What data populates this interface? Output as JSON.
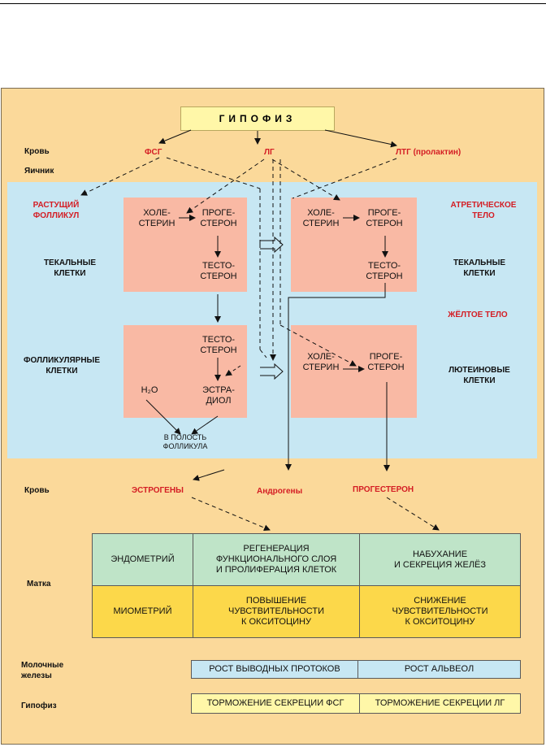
{
  "hypophysis": "ГИПОФИЗ",
  "row_labels": {
    "blood_top": "Кровь",
    "ovary": "Яичник",
    "blood_bottom": "Кровь",
    "uterus": "Матка",
    "mammary": "Молочные\nжелезы",
    "hypophysis_bottom": "Гипофиз"
  },
  "hormones": {
    "fsh": "ФСГ",
    "lh": "ЛГ",
    "ltg": "ЛТГ (пролактин)"
  },
  "stages": {
    "growing_follicle": "РАСТУЩИЙ\nФОЛЛИКУЛ",
    "atretic_body": "АТРЕТИЧЕСКОЕ\nТЕЛО",
    "corpus_luteum": "ЖЁЛТОЕ ТЕЛО"
  },
  "cells": {
    "theca_left": "ТЕКАЛЬНЫЕ\nКЛЕТКИ",
    "theca_right": "ТЕКАЛЬНЫЕ\nКЛЕТКИ",
    "follicular": "ФОЛЛИКУЛЯРНЫЕ\nКЛЕТКИ",
    "lutein": "ЛЮТЕИНОВЫЕ\nКЛЕТКИ"
  },
  "molecules": {
    "cholesterol": "ХОЛЕ-\nСТЕРИН",
    "progesterone": "ПРОГЕ-\nСТЕРОН",
    "testosterone": "ТЕСТО-\nСТЕРОН",
    "estradiol": "ЭСТРА-\nДИОЛ",
    "water": "H₂O",
    "follicle_cavity": "В ПОЛОСТЬ\nФОЛЛИКУЛА"
  },
  "outputs": {
    "estrogens": "ЭСТРОГЕНЫ",
    "androgens": "Андрогены",
    "progesterone": "ПРОГЕСТЕРОН"
  },
  "uterus_table": {
    "endometrium": "ЭНДОМЕТРИЙ",
    "endometrium_estrogen": "РЕГЕНЕРАЦИЯ\nФУНКЦИОНАЛЬНОГО СЛОЯ\nИ ПРОЛИФЕРАЦИЯ КЛЕТОК",
    "endometrium_progesterone": "НАБУХАНИЕ\nИ СЕКРЕЦИЯ ЖЕЛЁЗ",
    "myometrium": "МИОМЕТРИЙ",
    "myometrium_estrogen": "ПОВЫШЕНИЕ\nЧУВСТВИТЕЛЬНОСТИ\nК ОКСИТОЦИНУ",
    "myometrium_progesterone": "СНИЖЕНИЕ\nЧУВСТВИТЕЛЬНОСТИ\nК ОКСИТОЦИНУ"
  },
  "mammary_table": {
    "estrogen": "РОСТ ВЫВОДНЫХ ПРОТОКОВ",
    "progesterone": "РОСТ АЛЬВЕОЛ"
  },
  "hypophysis_table": {
    "estrogen": "ТОРМОЖЕНИЕ СЕКРЕЦИИ ФСГ",
    "progesterone": "ТОРМОЖЕНИЕ СЕКРЕЦИИ ЛГ"
  },
  "colors": {
    "frame": "#fbd99a",
    "ovary": "#c7e7f3",
    "cell_box": "#f9b9a4",
    "hypophysis": "#fff7a8",
    "endometrium": "#bfe4c8",
    "myometrium": "#fcd84a",
    "accent_red": "#d41d24"
  }
}
